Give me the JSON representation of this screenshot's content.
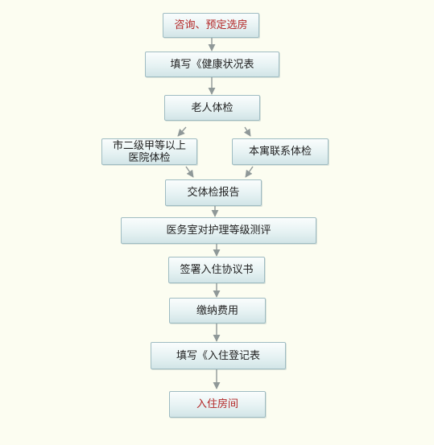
{
  "accent_color": "#b32626",
  "arrow_color": "#8f9898",
  "steps": [
    {
      "id": "consult",
      "label": "咨询、预定选房",
      "accent": true
    },
    {
      "id": "health-form",
      "label": "填写《健康状况表",
      "accent": false
    },
    {
      "id": "elderly-exam",
      "label": "老人体检",
      "accent": false
    },
    {
      "id": "hospital-exam",
      "label": "市二级甲等以上\n医院体检",
      "accent": false
    },
    {
      "id": "apartment-exam",
      "label": "本寓联系体检",
      "accent": false
    },
    {
      "id": "submit-report",
      "label": "交体检报告",
      "accent": false
    },
    {
      "id": "care-assessment",
      "label": "医务室对护理等级测评",
      "accent": false
    },
    {
      "id": "sign-agreement",
      "label": "签署入住协议书",
      "accent": false
    },
    {
      "id": "pay-fees",
      "label": "缴纳费用",
      "accent": false
    },
    {
      "id": "checkin-form",
      "label": "填写《入住登记表",
      "accent": false
    },
    {
      "id": "move-in",
      "label": "入住房间",
      "accent": true
    }
  ]
}
